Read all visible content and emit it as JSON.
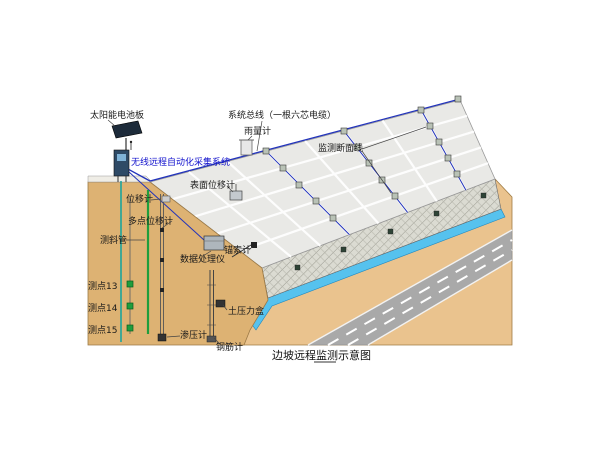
{
  "caption": {
    "pre": "边坡远程",
    "underlined": "监测",
    "post": "示意图"
  },
  "labels": {
    "solar_panel": "太阳能电池板",
    "system_bus": "系统总线（一根六芯电缆）",
    "rain_gauge": "雨量计",
    "section_line": "监测断面线",
    "wireless_system": "无线远程自动化采集系统",
    "surface_displacement": "表面位移计",
    "displacement": "位移计",
    "multipoint_displacement": "多点位移计",
    "inclinometer_tube": "测斜管",
    "data_processor": "数据处理仪",
    "anchor_meter": "锚索计",
    "point_13": "测点13",
    "point_14": "测点14",
    "point_15": "测点15",
    "earth_pressure_cell": "土压力盒",
    "seepage_meter": "渗压计",
    "rebar_meter": "钢筋计"
  },
  "colors": {
    "soil_cross_section": "#ddb273",
    "flat_ground": "#eac38e",
    "slope_face": "#e9e9e6",
    "grid_line": "#ffffff",
    "retaining_wall": "#dbdbd2",
    "water_channel": "#56c2ee",
    "road": "#a9a9a9",
    "cable_blue": "#2233bb",
    "inclinometer_green": "#1f9e3c",
    "label_blue": "#1111cc"
  }
}
